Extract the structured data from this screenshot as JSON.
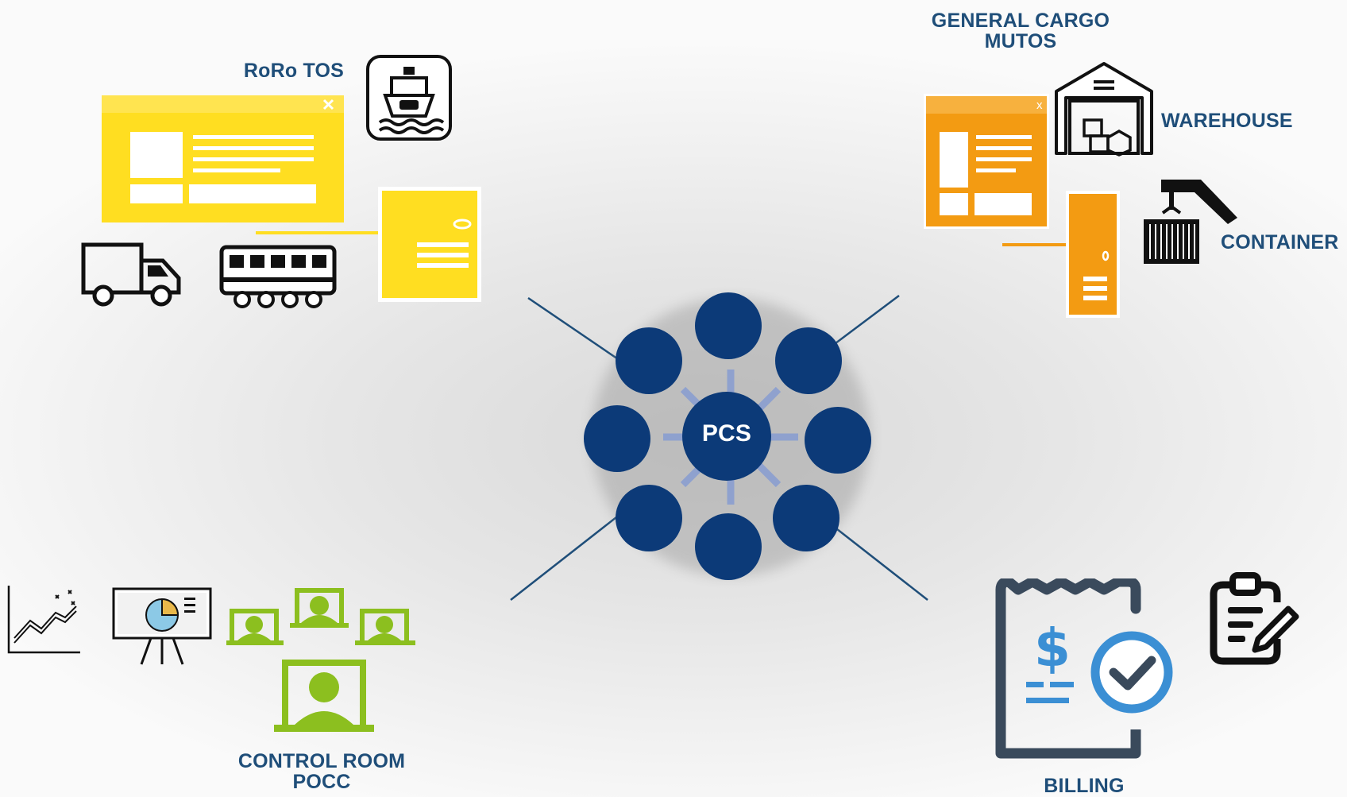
{
  "hub": {
    "label": "PCS",
    "color": "#0c3a78"
  },
  "nodes": {
    "roro": {
      "label": "RoRo TOS",
      "accent": "#ffde21"
    },
    "general_cargo": {
      "label_line1": "GENERAL CARGO",
      "label_line2": "MUTOS",
      "accent": "#f39b12"
    },
    "warehouse": {
      "label": "WAREHOUSE"
    },
    "container": {
      "label": "CONTAINER"
    },
    "control_room": {
      "label_line1": "CONTROL ROOM",
      "label_line2": "POCC",
      "accent": "#8cbf1f"
    },
    "billing": {
      "label": "BILLING",
      "accent": "#3b8fd4"
    }
  },
  "icons": [
    "ship-icon",
    "truck-icon",
    "train-icon",
    "warehouse-icon",
    "crane-container-icon",
    "analytics-chart-icon",
    "presentation-board-icon",
    "users-monitor-icon",
    "invoice-check-icon",
    "clipboard-edit-icon",
    "server-icon",
    "window-icon"
  ]
}
